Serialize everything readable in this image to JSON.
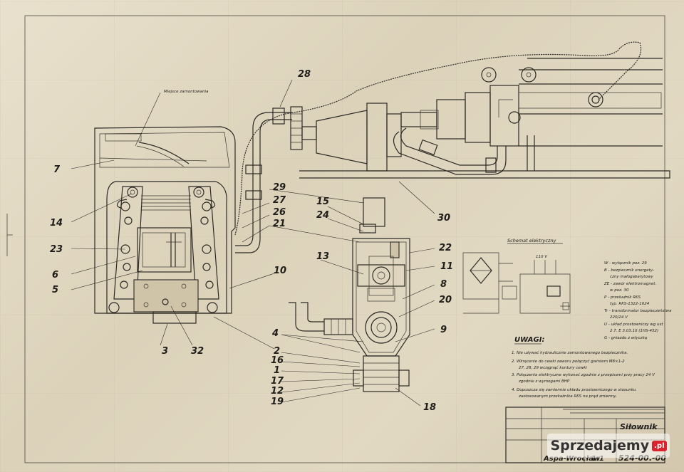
{
  "labels": {
    "moisture_note": "Miejsce zamontowania",
    "elec_schema_title": "Schemat elektryczny",
    "voltage": "110 V",
    "n28": "28",
    "n7": "7",
    "n14": "14",
    "n23": "23",
    "n6": "6",
    "n5": "5",
    "n3": "3",
    "n32": "32",
    "n10": "10",
    "n29": "29",
    "n27": "27",
    "n26": "26",
    "n21": "21",
    "n15": "15",
    "n24": "24",
    "n30": "30",
    "n13": "13",
    "n22": "22",
    "n11": "11",
    "n8": "8",
    "n20": "20",
    "n9": "9",
    "n4": "4",
    "n2": "2",
    "n16": "16",
    "n1": "1",
    "n17": "17",
    "n12": "12",
    "n19": "19",
    "n18": "18"
  },
  "legend": [
    "W - wyłącznik poz. 29",
    "B - bezpiecznik energety-",
    "czny małogabarytowy",
    "ZE - zawór elektromagnet.",
    "w poz. 30",
    "P - przekaźnik RKS",
    "typ. RKS-1322-1024",
    "Tr - transformator bezpieczeństwa",
    "220/24 V",
    "U - układ prostowniczy wg ust",
    "2.7. E 3.03.10 (1HS-452)",
    "G - gniazdo z wtyczką"
  ],
  "uwagi": {
    "title": "UWAGI:",
    "items": [
      "1. Nie używać hydraulicznie zamontowanego bezpiecznika.",
      "2. Wkręcenie do cewki zaworu połączyć gwintem M8×1-2",
      "27, 28, 29 wciągnąć kontury cewki",
      "3. Połączenia elektryczne wykonać zgodnie z przepisami przy pracy 24 V",
      "zgodnie z wymogami BHP",
      "4. Dopuszcza się zamiennie układu prostowniczego w stosunku",
      "zastosowanym przekaźnika RKS na prąd zmienny."
    ]
  },
  "title_block": {
    "name": "Siłownik",
    "company": "Aspa-Wrocław",
    "scale": "1:1",
    "number": "524-00.-00",
    "sheet": "A1"
  },
  "watermark": {
    "text": "Sprzedajemy",
    "suffix": ".pl"
  }
}
